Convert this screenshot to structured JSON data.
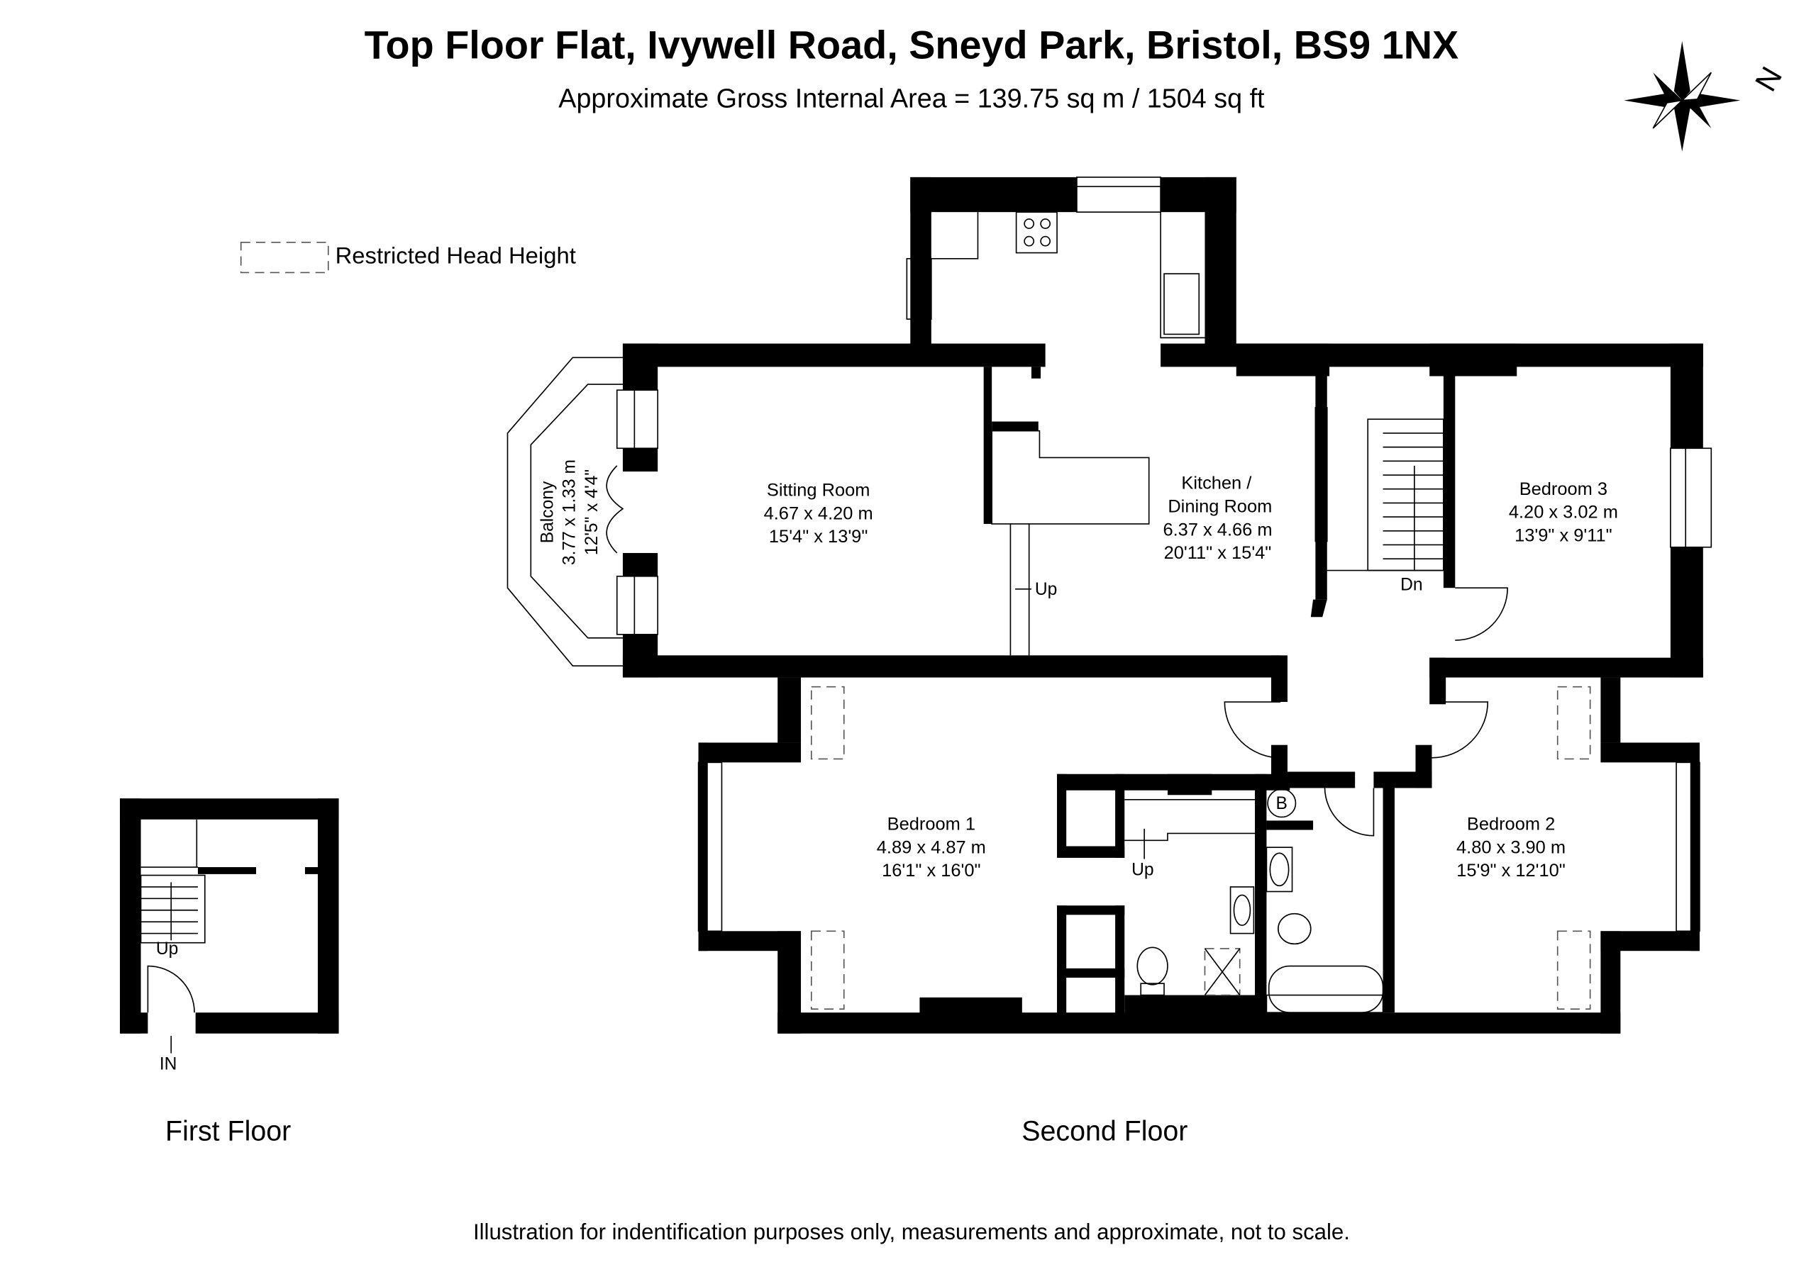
{
  "header": {
    "title": "Top Floor Flat, Ivywell Road, Sneyd Park, Bristol, BS9 1NX",
    "subtitle": "Approximate Gross Internal Area = 139.75 sq m / 1504 sq ft"
  },
  "compass": {
    "label": "N"
  },
  "legend": {
    "label": "Restricted Head Height"
  },
  "rooms": {
    "sitting": {
      "name": "Sitting Room",
      "metric": "4.67 x 4.20 m",
      "imperial": "15'4\" x 13'9\""
    },
    "kitchen": {
      "name1": "Kitchen /",
      "name2": "Dining Room",
      "metric": "6.37 x 4.66 m",
      "imperial": "20'11\" x 15'4\""
    },
    "bedroom3": {
      "name": "Bedroom 3",
      "metric": "4.20 x 3.02 m",
      "imperial": "13'9\" x 9'11\""
    },
    "bedroom1": {
      "name": "Bedroom 1",
      "metric": "4.89 x 4.87 m",
      "imperial": "16'1\" x 16'0\""
    },
    "bedroom2": {
      "name": "Bedroom 2",
      "metric": "4.80 x 3.90 m",
      "imperial": "15'9\" x 12'10\""
    },
    "balcony": {
      "name": "Balcony",
      "metric": "3.77 x 1.33 m",
      "imperial": "12'5\" x 4'4\""
    }
  },
  "annotations": {
    "up": "Up",
    "dn": "Dn",
    "in": "IN",
    "boiler": "B"
  },
  "floors": {
    "first": "First Floor",
    "second": "Second Floor"
  },
  "footer": {
    "disclaimer": "Illustration for indentification purposes only, measurements and approximate, not to scale."
  }
}
